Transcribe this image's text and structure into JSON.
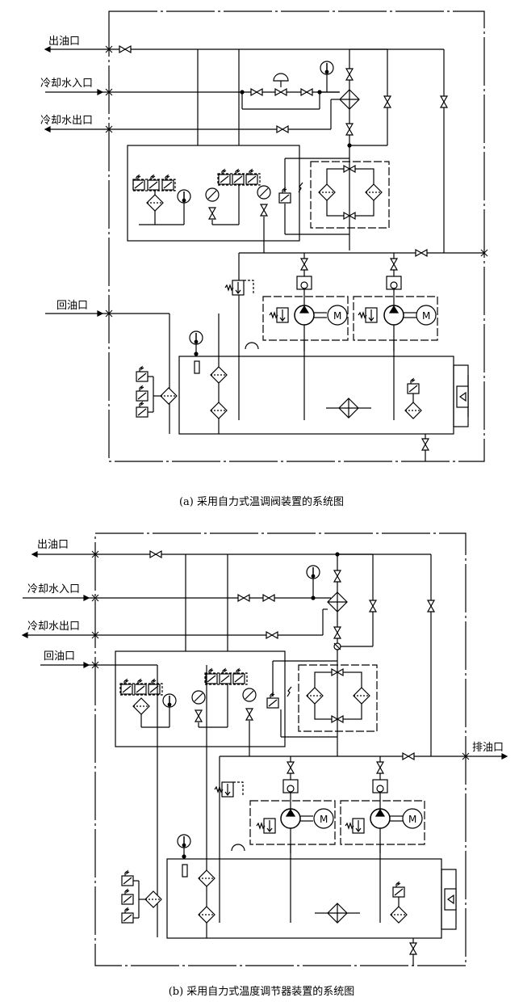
{
  "diagram_a": {
    "labels": {
      "oil_outlet": "出油口",
      "cooling_water_inlet": "冷却水入口",
      "cooling_water_outlet": "冷却水出口",
      "oil_return": "回油口"
    },
    "caption": "(a) 采用自力式温调阀装置的系统图"
  },
  "diagram_b": {
    "labels": {
      "oil_outlet": "出油口",
      "cooling_water_inlet": "冷却水入口",
      "cooling_water_outlet": "冷却水出口",
      "oil_return": "回油口",
      "oil_drain": "排油口"
    },
    "caption": "(b) 采用自力式温度调节器装置的系统图"
  },
  "symbols": {
    "motor": "M",
    "x": "×"
  }
}
